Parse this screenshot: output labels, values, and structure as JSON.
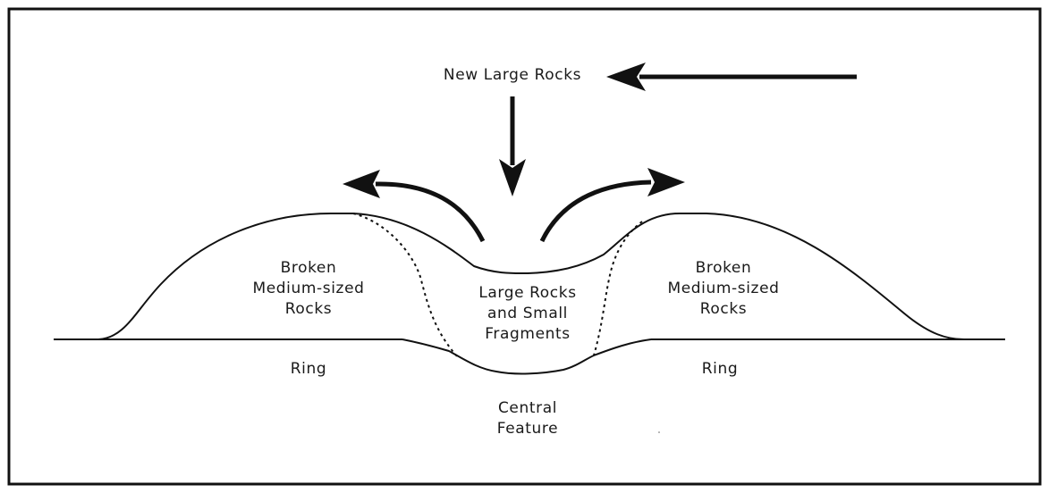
{
  "labels": {
    "new_rocks": "New Large Rocks",
    "left_mound": [
      "Broken",
      "Medium-sized",
      "Rocks"
    ],
    "center_fill": [
      "Large Rocks",
      "and Small",
      "Fragments"
    ],
    "right_mound": [
      "Broken",
      "Medium-sized",
      "Rocks"
    ],
    "left_ring": "Ring",
    "right_ring": "Ring",
    "central_feature": [
      "Central",
      "Feature"
    ]
  }
}
